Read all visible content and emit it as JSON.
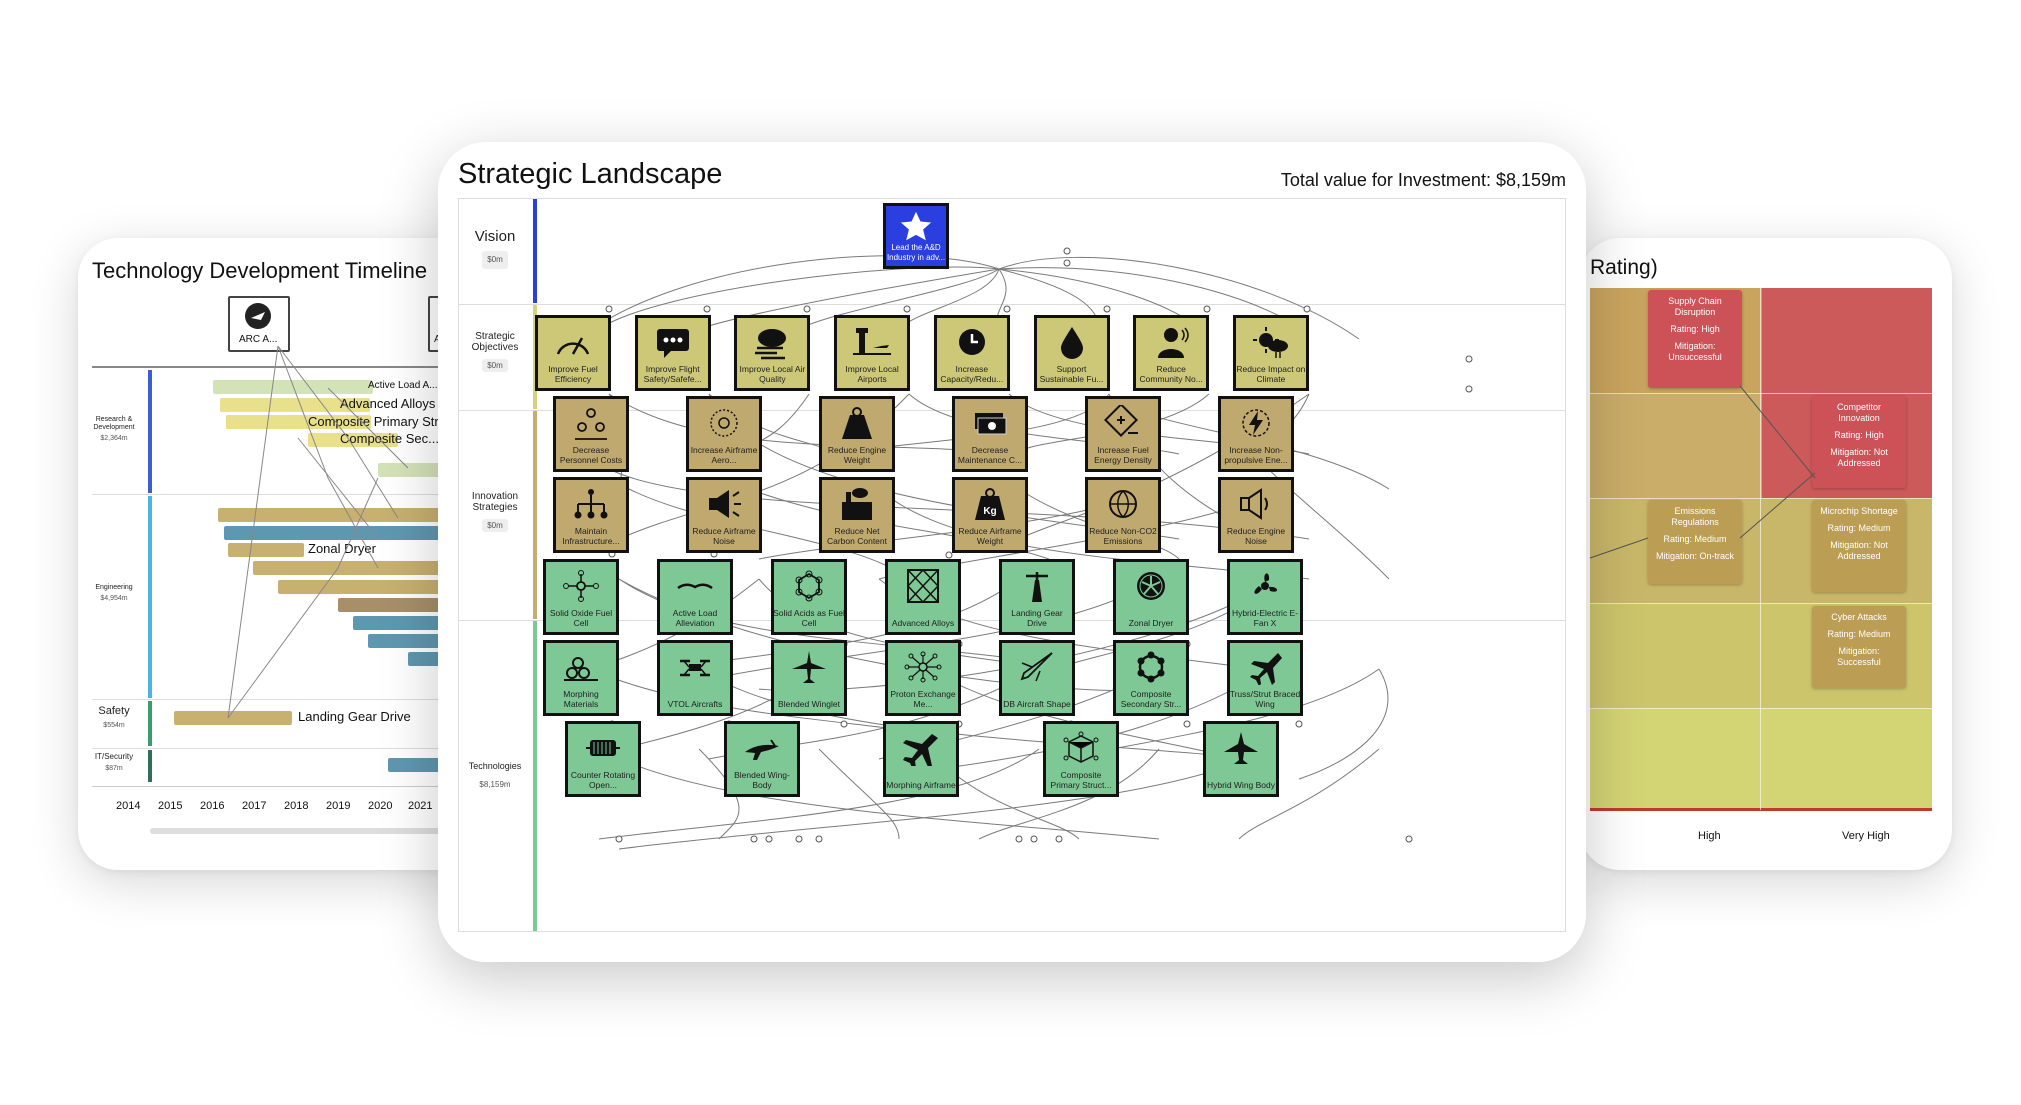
{
  "left_panel": {
    "title": "Technology Development Timeline",
    "icon_label": "ARC A...",
    "icon_label_partial": "A",
    "rows": [
      {
        "label": "Research & Development",
        "value": "$2,364m"
      },
      {
        "label": "Engineering",
        "value": "$4,954m"
      },
      {
        "label": "Safety",
        "value": "$554m"
      },
      {
        "label": "IT/Security",
        "value": "$87m"
      }
    ],
    "bar_labels": {
      "b1": "Active Load A...",
      "b2": "Advanced Alloys",
      "b3": "Composite Primary Str...",
      "b4": "Composite Sec...",
      "b5": "Zonal Dryer",
      "b6": "Landing Gear Drive"
    },
    "years": [
      "2014",
      "2015",
      "2016",
      "2017",
      "2018",
      "2019",
      "2020",
      "2021"
    ]
  },
  "center_panel": {
    "title": "Strategic Landscape",
    "total": "Total value for Investment: $8,159m",
    "rows": {
      "vision": {
        "label": "Vision",
        "value": "$0m"
      },
      "objectives": {
        "label": "Strategic Objectives",
        "value": "$0m"
      },
      "innovation": {
        "label": "Innovation Strategies",
        "value": "$0m"
      },
      "technologies": {
        "label": "Technologies",
        "value": "$8,159m"
      }
    },
    "vision_node": "Lead the A&D Industry in adv...",
    "objectives": [
      "Improve Fuel Efficiency",
      "Improve Flight Safety/Safefe...",
      "Improve Local Air Quality",
      "Improve Local Airports",
      "Increase Capacity/Redu...",
      "Support Sustainable Fu...",
      "Reduce Community No...",
      "Reduce Impact on Climate"
    ],
    "innovation_row1": [
      "Decrease Personnel Costs",
      "Increase Airframe Aero...",
      "Reduce Engine Weight",
      "Decrease Maintenance C...",
      "Increase Fuel Energy Density",
      "Increase Non-propulsive Ene..."
    ],
    "innovation_row2": [
      "Maintain Infrastructure...",
      "Reduce Airframe Noise",
      "Reduce Net Carbon Content",
      "Reduce Airframe Weight",
      "Reduce Non-CO2 Emissions",
      "Reduce Engine Noise"
    ],
    "tech_row1": [
      "Solid Oxide Fuel Cell",
      "Active Load Alleviation",
      "Solid Acids as Fuel Cell",
      "Advanced Alloys",
      "Landing Gear Drive",
      "Zonal Dryer",
      "Hybrid-Electric E-Fan X"
    ],
    "tech_row2": [
      "Morphing Materials",
      "VTOL Aircrafts",
      "Blended Winglet",
      "Proton Exchange Me...",
      "DB Aircraft Shape",
      "Composite Secondary Str...",
      "Truss/Strut Braced Wing"
    ],
    "tech_row3": [
      "Counter Rotating Open...",
      "Blended Wing-Body",
      "Morphing Airframe",
      "Composite Primary Struct...",
      "Hybrid Wing Body"
    ]
  },
  "right_panel": {
    "title": "Rating)",
    "cards": {
      "supply": {
        "title": "Supply Chain Disruption",
        "rating": "Rating: High",
        "mitigation": "Mitigation: Unsuccessful"
      },
      "competitor": {
        "title": "Competitor Innovation",
        "rating": "Rating: High",
        "mitigation": "Mitigation: Not Addressed"
      },
      "emissions": {
        "title": "Emissions Regulations",
        "rating": "Rating: Medium",
        "mitigation": "Mitigation: On-track"
      },
      "microchip": {
        "title": "Microchip Shortage",
        "rating": "Rating: Medium",
        "mitigation": "Mitigation: Not Addressed"
      },
      "cyber": {
        "title": "Cyber Attacks",
        "rating": "Rating: Medium",
        "mitigation": "Mitigation: Successful"
      }
    },
    "x_labels": [
      "High",
      "Very High"
    ]
  },
  "colors": {
    "objective": "#cdc878",
    "innovation": "#bfa96e",
    "technology": "#7ec895",
    "vision": "#2b3fe0"
  }
}
